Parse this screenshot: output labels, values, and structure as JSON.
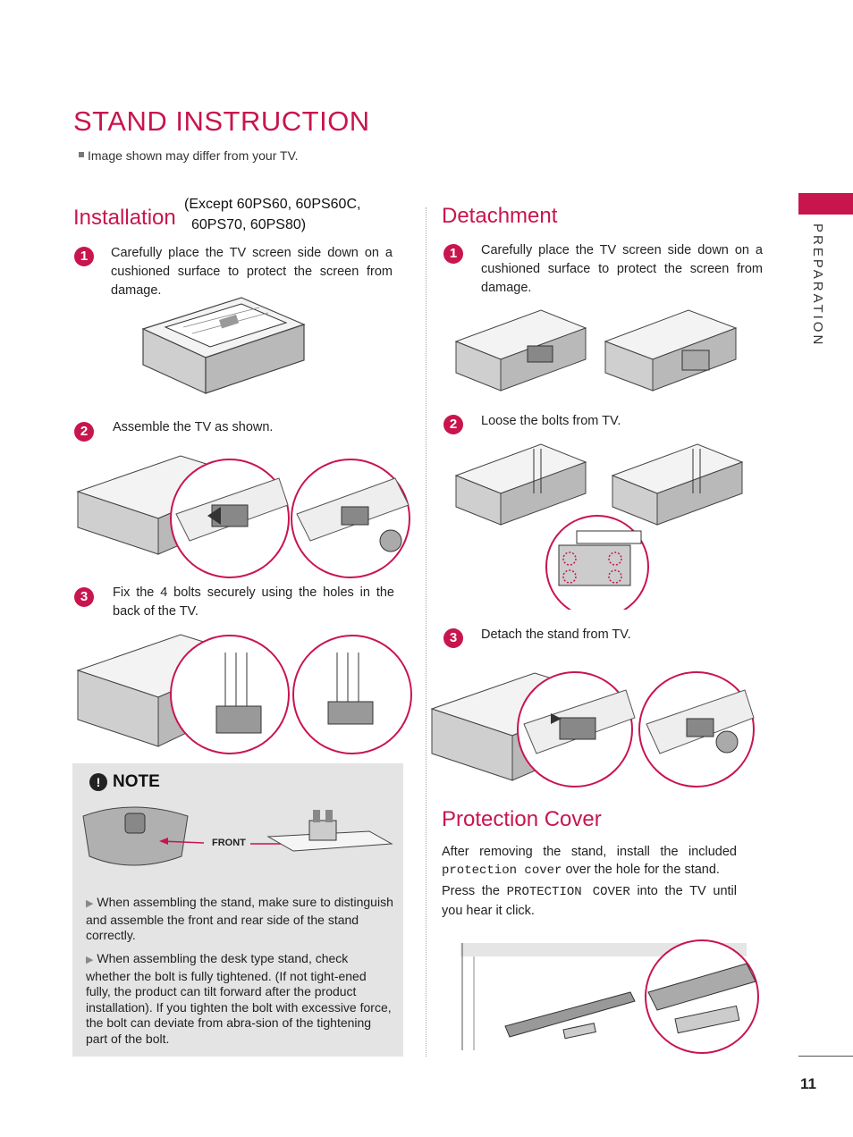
{
  "page": {
    "title": "STAND INSTRUCTION",
    "subnote": "Image shown may differ from your TV.",
    "side_tab": "PREPARATION",
    "page_number": "11"
  },
  "installation": {
    "heading": "Installation",
    "except_line1": "(Except 60PS60, 60PS60C,",
    "except_line2": "60PS70, 60PS80)",
    "steps": [
      {
        "num": "1",
        "text": "Carefully place the TV screen side down on a cushioned surface to protect the screen from damage."
      },
      {
        "num": "2",
        "text": "Assemble the TV as shown."
      },
      {
        "num": "3",
        "text": "Fix the 4 bolts securely using the holes in the back of the TV."
      }
    ]
  },
  "note": {
    "title": "NOTE",
    "icon": "!",
    "front_label": "FRONT",
    "bullets": [
      "When assembling the stand, make sure to distinguish and assemble the front and rear side of the stand correctly.",
      "When assembling the desk type stand, check whether the bolt is fully tightened. (If not tight-ened fully, the product can tilt forward after the product installation). If you tighten the bolt with excessive force, the bolt can deviate from abra-sion of the tightening part of the bolt."
    ]
  },
  "detachment": {
    "heading": "Detachment",
    "steps": [
      {
        "num": "1",
        "text": "Carefully place the TV screen side down on a cushioned surface to protect the screen from damage."
      },
      {
        "num": "2",
        "text": "Loose the bolts from TV."
      },
      {
        "num": "3",
        "text": "Detach the stand from TV."
      }
    ]
  },
  "protection": {
    "heading": "Protection Cover",
    "p1_a": "After removing the stand, install the included",
    "p1_b": "protection cover",
    "p1_c": " over the hole for the stand.",
    "p2_a": "Press the ",
    "p2_b": "PROTECTION COVER",
    "p2_c": " into the TV until you hear it click."
  },
  "colors": {
    "accent": "#c8154e",
    "note_bg": "#e4e4e4"
  }
}
